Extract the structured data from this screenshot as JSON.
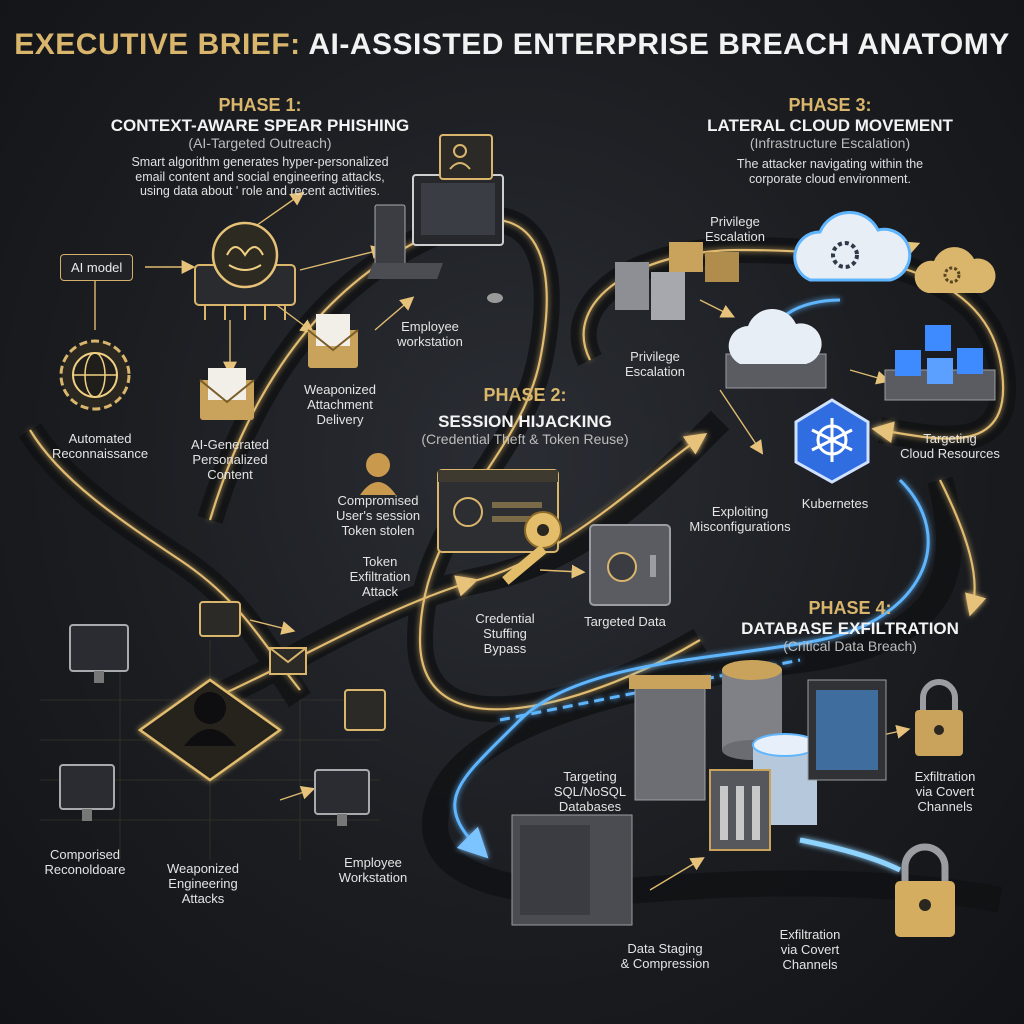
{
  "title": {
    "prefix": "EXECUTIVE BRIEF:",
    "main": "AI-ASSISTED ENTERPRISE BREACH ANATOMY"
  },
  "phases": [
    {
      "label": "PHASE 1:",
      "name": "CONTEXT-AWARE SPEAR PHISHING",
      "subtitle": "(AI-Targeted Outreach)",
      "description": [
        "Smart algorithm generates hyper-personalized",
        "email content and social engineering attacks,",
        "using data about ' role and recent activities."
      ]
    },
    {
      "label": "PHASE 2:",
      "name": "SESSION HIJACKING",
      "subtitle": "(Credential Theft & Token Reuse)"
    },
    {
      "label": "PHASE 3:",
      "name": "LATERAL CLOUD MOVEMENT",
      "subtitle": "(Infrastructure Escalation)",
      "description": [
        "The attacker navigating within the",
        "corporate cloud environment."
      ]
    },
    {
      "label": "PHASE 4:",
      "name": "DATABASE EXFILTRATION",
      "subtitle": "(Critical Data Breach)"
    }
  ],
  "labels": {
    "ai_model": "AI model",
    "automated_recon": [
      "Automated",
      "Reconnaissance"
    ],
    "ai_generated_content": [
      "AI-Generated",
      "Personalized",
      "Content"
    ],
    "weaponized_attachment": [
      "Weaponized",
      "Attachment",
      "Delivery"
    ],
    "employee_workstation_top": [
      "Employee",
      "workstation"
    ],
    "compromised_session": [
      "Compromised",
      "User's session",
      "Token stolen"
    ],
    "token_exfiltration": [
      "Token",
      "Exfiltration",
      "Attack"
    ],
    "credential_stuffing": [
      "Credential",
      "Stuffing",
      "Bypass"
    ],
    "targeted_data": "Targeted Data",
    "privilege_escalation_top": [
      "Privilege",
      "Escalation"
    ],
    "privilege_escalation_mid": [
      "Privilege",
      "Escalation"
    ],
    "targeting_cloud": [
      "Targeting",
      "Cloud Resources"
    ],
    "kubernetes": "Kubernetes",
    "exploiting_misconfig": [
      "Exploiting",
      "Misconfigurations"
    ],
    "compromised_recon": [
      "Comporised",
      "Reconoldoare"
    ],
    "weaponized_engineering": [
      "Weaponized",
      "Engineering",
      "Attacks"
    ],
    "employee_workstation_bottom": [
      "Employee",
      "Workstation"
    ],
    "targeting_databases": [
      "Targeting",
      "SQL/NoSQL",
      "Databases"
    ],
    "exfil_covert_right": [
      "Exfiltration",
      "via Covert",
      "Channels"
    ],
    "exfil_covert_bottom": [
      "Exfiltration",
      "via Covert",
      "Channels"
    ],
    "data_staging": [
      "Data Staging",
      "& Compression"
    ]
  },
  "colors": {
    "gold": "#d9b66c",
    "blue": "#4aa8ff",
    "background": "#1b1d21"
  },
  "icons": [
    "brain-chip-icon",
    "globe-gear-icon",
    "envelope-icon",
    "desktop-computer-icon",
    "user-icon",
    "login-window-icon",
    "key-icon",
    "safe-icon",
    "server-rack-icon",
    "cloud-gear-icon",
    "kubernetes-icon",
    "cube-cluster-icon",
    "database-icon",
    "padlock-icon",
    "hacker-icon"
  ]
}
